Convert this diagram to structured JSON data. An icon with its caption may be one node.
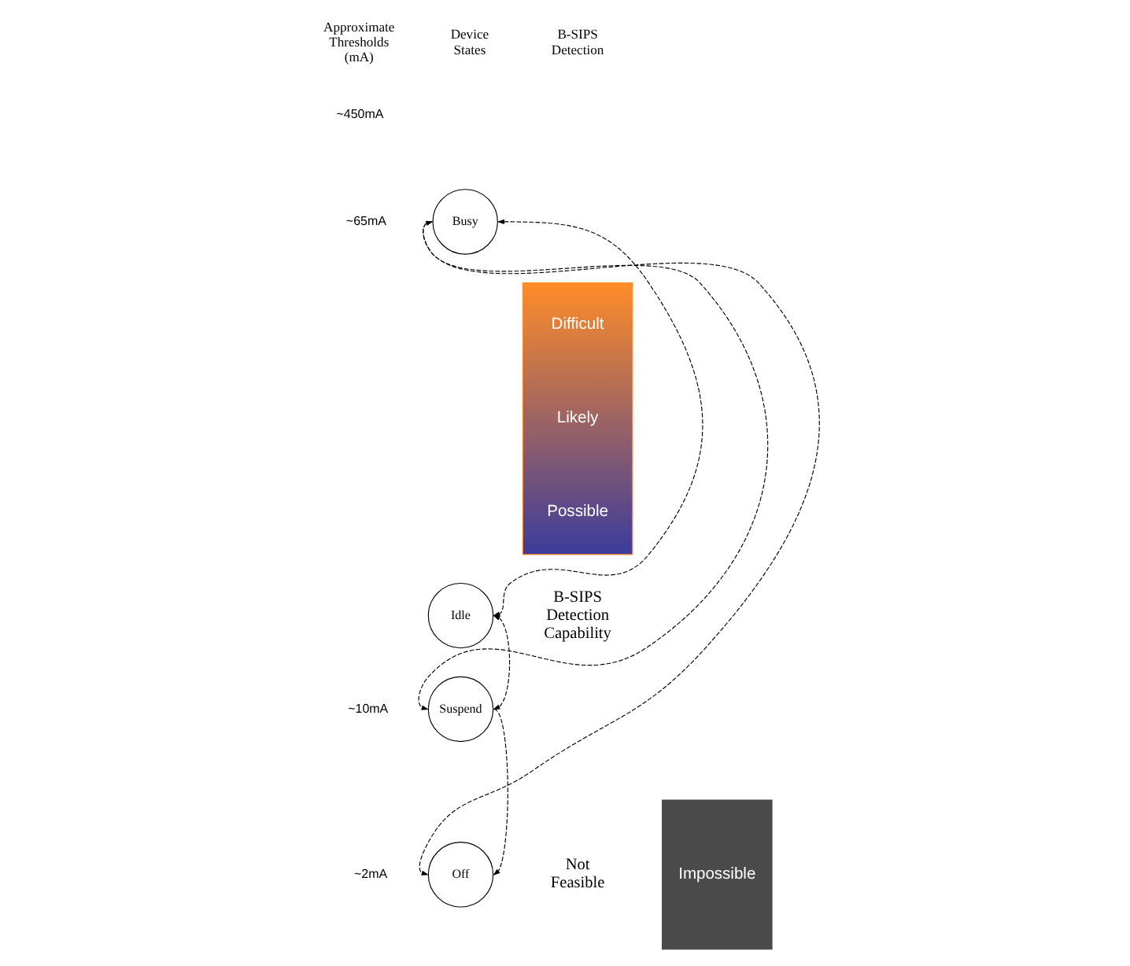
{
  "diagram": {
    "nodes": [
      {
        "text": [
          "Busy"
        ]
      },
      {
        "text": [
          "Idle"
        ]
      },
      {
        "text": [
          "Suspend"
        ]
      },
      {
        "text": [
          "Off"
        ]
      },
      {
        "text": [
          "Difficult",
          "Likely",
          "Possible"
        ]
      },
      {
        "text": [
          "Impossible"
        ]
      }
    ],
    "edges": [
      {
        "from": 0,
        "to": 1,
        "arrow": "both",
        "style": "dashed"
      },
      {
        "from": 1,
        "to": 2,
        "arrow": "both",
        "style": "dashed"
      },
      {
        "from": 2,
        "to": 3,
        "arrow": "to",
        "style": "dashed"
      },
      {
        "from": 0,
        "to": 2,
        "arrow": "both",
        "style": "dashed"
      },
      {
        "from": 0,
        "to": 3,
        "arrow": "to",
        "style": "dashed"
      }
    ],
    "labels": [
      "Approximate Thresholds (mA)",
      "Device States",
      "B-SIPS Detection",
      "~450mA",
      "~65mA",
      "~10mA",
      "~2mA",
      "B-SIPS Detection Capability",
      "Not Feasible"
    ]
  }
}
